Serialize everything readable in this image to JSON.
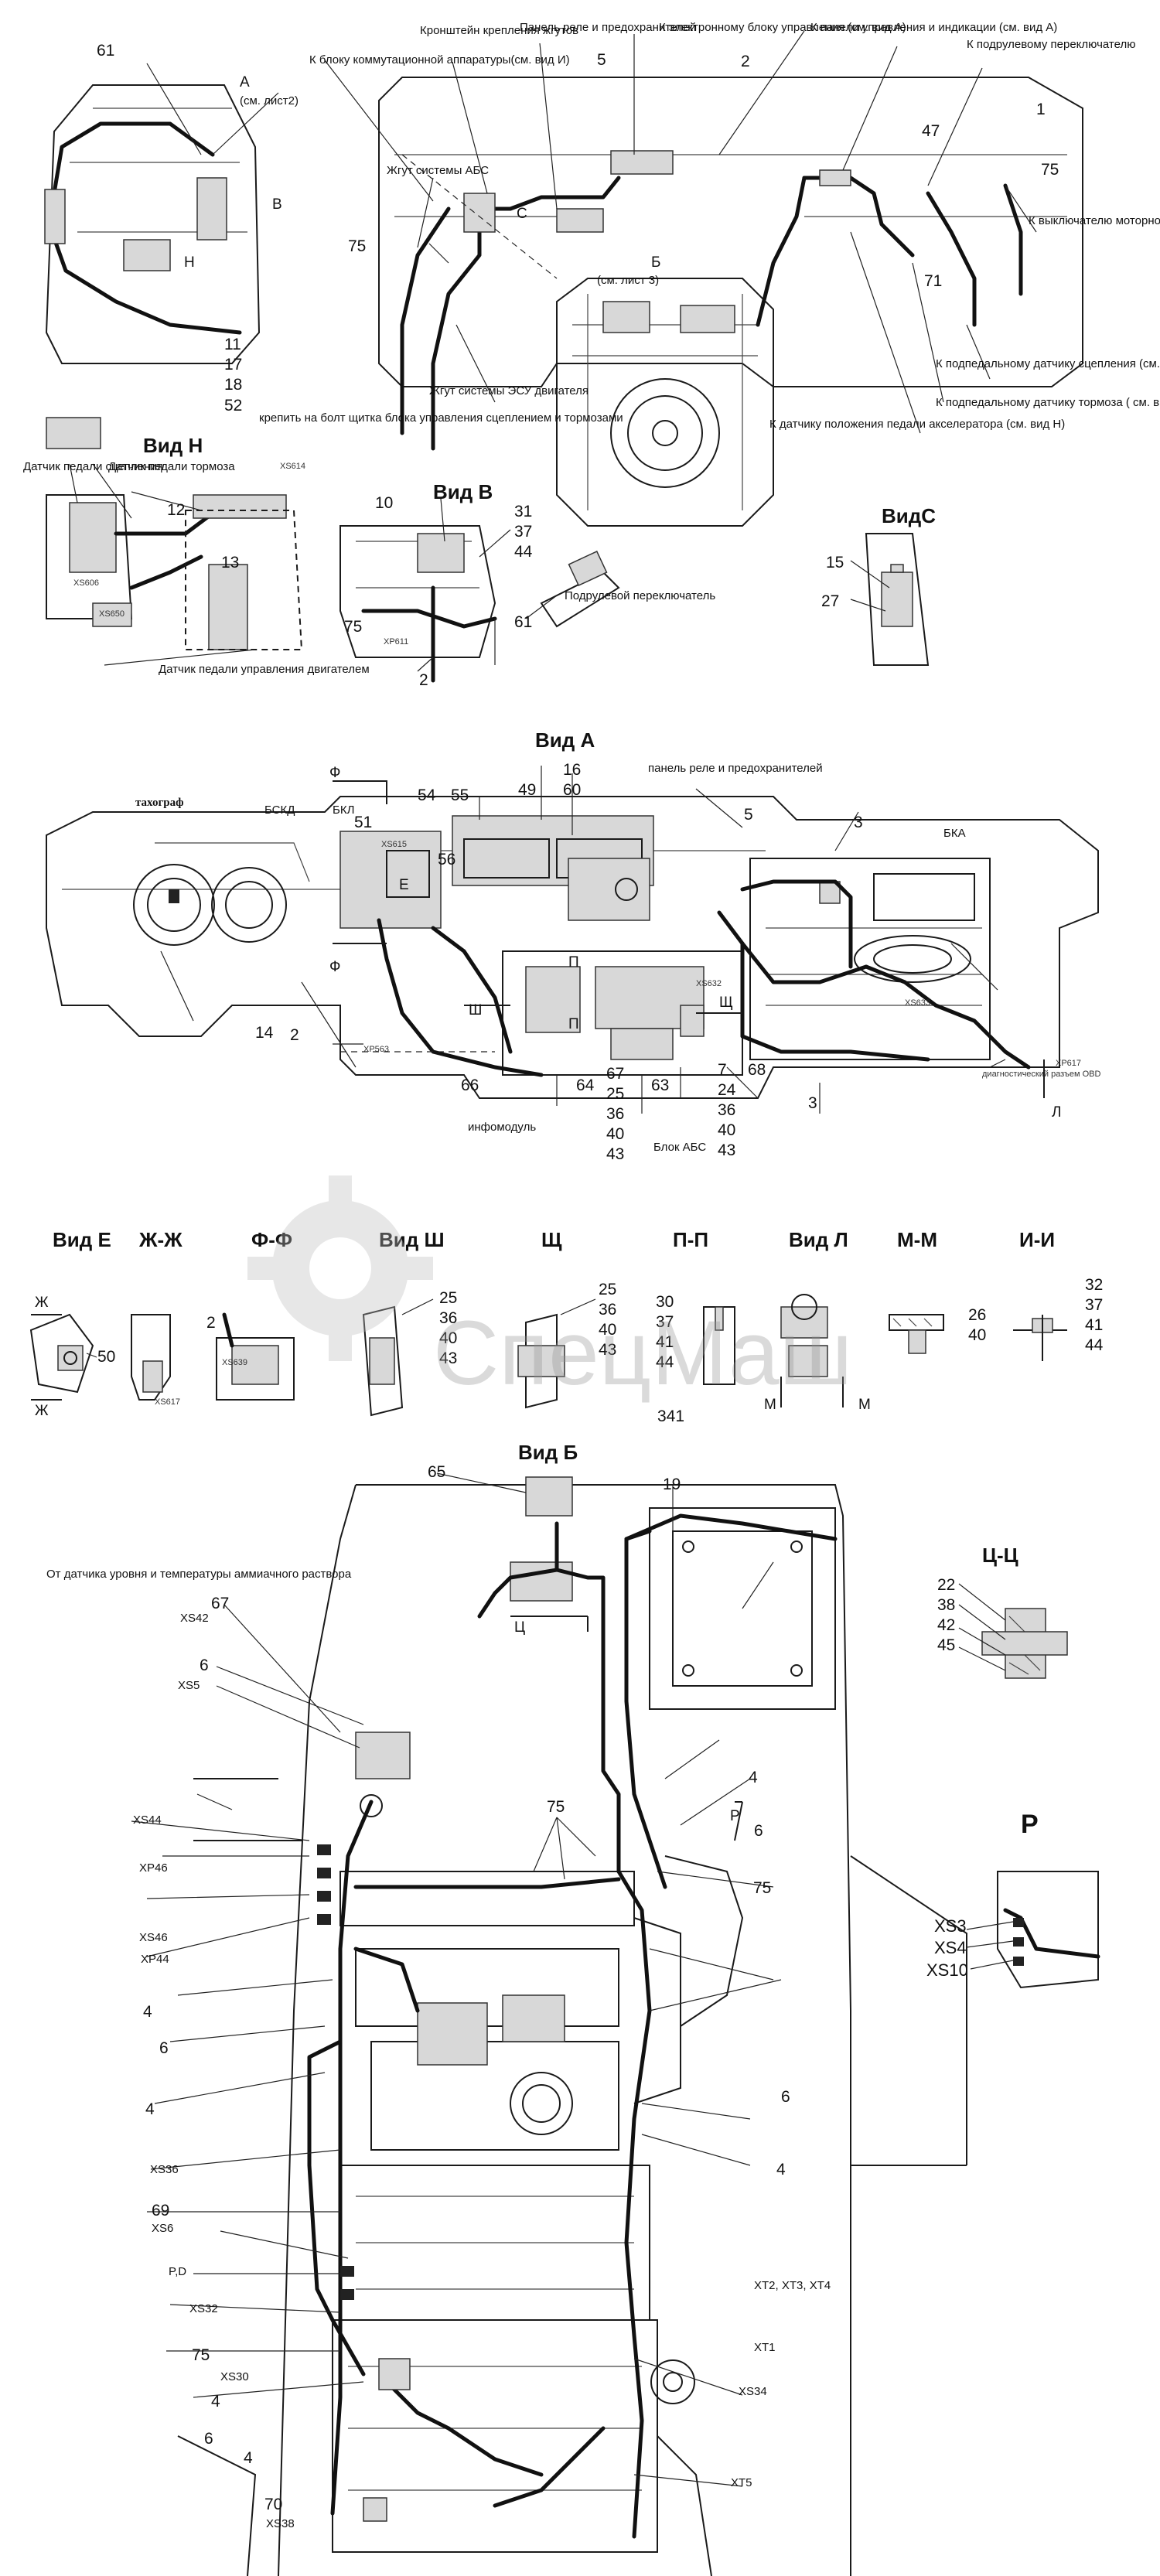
{
  "watermark": "СпецМаш",
  "top": {
    "labels": {
      "bracket": "Кронштейн крепления жгутов",
      "to_switch_block": "К блоку коммутационной аппаратуры(см. вид И)",
      "relay_panel": "Панель реле и предохранителей",
      "to_ecu": "К электронному блоку управления (см. вид А)",
      "to_control_panel": "К панели управления и индикации (см. вид А)",
      "to_stalk_switch": "К подрулевому переключателю",
      "to_engine_brake": "К выключателю моторного тормоза",
      "abs_harness": "Жгут системы АБС",
      "ecu_harness": "Жгут системы ЭСУ двигателя",
      "clutch_sensor": "К подпедальному датчику сцепления (см. вид Н)",
      "brake_sensor": "К подпедальному датчику тормоза ( см. вид Н)",
      "accel_sensor": "К датчику положения педали акселератора (см. вид Н)",
      "sheet2": "(см. лист2)",
      "view_b_ref": "Б",
      "sheet3": "(см. лист 3)"
    },
    "letters": {
      "a": "А",
      "b": "В",
      "n": "Н",
      "c": "С"
    },
    "numbers": [
      "61",
      "5",
      "2",
      "47",
      "1",
      "75",
      "71",
      "75",
      "11",
      "17",
      "18",
      "52"
    ]
  },
  "view_n": {
    "title": "Вид Н",
    "attach_note": "крепить на болт щитка блока управления сцеплением и тормозами",
    "clutch_pedal": "Датчик педали сцепления",
    "brake_pedal": "Датчик педали тормоза",
    "engine_pedal": "Датчик педали управления двигателем",
    "numbers": [
      "12",
      "13"
    ],
    "connectors": [
      "XS614",
      "XS606",
      "XS650"
    ]
  },
  "view_v": {
    "title": "Вид В",
    "numbers": [
      "10",
      "31",
      "37",
      "44",
      "75",
      "61",
      "2"
    ],
    "stalk": "Подрулевой переключатель",
    "connector": "XP611"
  },
  "view_c": {
    "title": "ВидС",
    "numbers": [
      "15",
      "27"
    ]
  },
  "view_a": {
    "title": "Вид А",
    "tachograph": "тахограф",
    "bskd": "БСКД",
    "bkl": "БКЛ",
    "relay_panel": "панель реле и предохранителей",
    "bka": "БКА",
    "infomodule": "инфомодуль",
    "abs_block": "Блок АБС",
    "diag": "диагностический разъем OBD",
    "letters": {
      "phi": "Ф",
      "e": "Е",
      "sh": "Ш",
      "sch": "Щ",
      "p": "П",
      "l": "Л"
    },
    "numbers": [
      "51",
      "55",
      "54",
      "49",
      "16",
      "60",
      "56",
      "5",
      "3",
      "14",
      "2",
      "66",
      "64",
      "67",
      "25",
      "36",
      "40",
      "43",
      "63",
      "7",
      "24",
      "36",
      "40",
      "43",
      "68",
      "3"
    ],
    "connectors": [
      "XS615",
      "XP563",
      "XS633",
      "XS632",
      "XP617"
    ]
  },
  "details": {
    "view_e": {
      "title": "Вид Е",
      "num": "50",
      "letter": "Ж"
    },
    "zh": {
      "title": "Ж-Ж",
      "conn": "XS617"
    },
    "ff": {
      "title": "Ф-Ф",
      "num": "2",
      "conn": "XS639"
    },
    "view_sh": {
      "title": "Вид Ш",
      "numbers": [
        "25",
        "36",
        "40",
        "43"
      ]
    },
    "sch": {
      "title": "Щ",
      "numbers": [
        "25",
        "36",
        "40",
        "43"
      ]
    },
    "pp": {
      "title": "П-П",
      "numbers": [
        "30",
        "37",
        "41",
        "44"
      ],
      "extra": "341"
    },
    "view_l": {
      "title": "Вид Л",
      "letter": "М"
    },
    "mm": {
      "title": "М-М",
      "numbers": [
        "26",
        "40"
      ]
    },
    "ii": {
      "title": "И-И",
      "numbers": [
        "32",
        "37",
        "41",
        "44"
      ]
    }
  },
  "view_b": {
    "title": "Вид Б",
    "ammonia": "От датчика уровня и температуры аммиачного раствора",
    "numbers": [
      "65",
      "19",
      "67",
      "6",
      "4",
      "6",
      "75",
      "75",
      "4",
      "6",
      "4",
      "6",
      "4",
      "69",
      "75",
      "4",
      "70",
      "6",
      "4"
    ],
    "connectors": [
      "XS42",
      "XS5",
      "XS44",
      "XP46",
      "XS46",
      "XP44",
      "XS36",
      "XS6",
      "P,D",
      "XS32",
      "XS30",
      "XS38",
      "XT2, XT3, XT4",
      "XT1",
      "XS34",
      "XT5"
    ],
    "letter": "Ц",
    "p_arrow": "P"
  },
  "section_cc": {
    "title": "Ц-Ц",
    "numbers": [
      "22",
      "38",
      "42",
      "45"
    ]
  },
  "view_p": {
    "title": "P",
    "connectors": [
      "XS3",
      "XS4",
      "XS10"
    ]
  }
}
